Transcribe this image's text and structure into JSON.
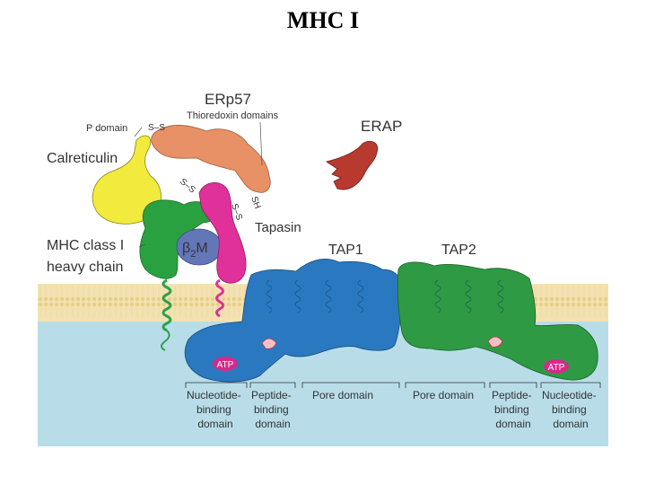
{
  "title": "MHC I",
  "labels": {
    "erp57": "ERp57",
    "p_domain": "P domain",
    "thioredoxin": "Thioredoxin domains",
    "calreticulin": "Calreticulin",
    "erap": "ERAP",
    "tapasin": "Tapasin",
    "mhc_line1": "MHC class I",
    "mhc_line2": "heavy chain",
    "b2m_beta": "β",
    "b2m_sub": "2",
    "b2m_m": "M",
    "tap1": "TAP1",
    "tap2": "TAP2",
    "atp_left": "ATP",
    "atp_right": "ATP",
    "ss1": "S–S",
    "ss2": "S–S",
    "ss3": "S–S",
    "sh": "SH"
  },
  "domains": [
    {
      "lines": [
        "Nucleotide-",
        "binding",
        "domain"
      ]
    },
    {
      "lines": [
        "Peptide-",
        "binding",
        "domain"
      ]
    },
    {
      "lines": [
        "Pore domain"
      ]
    },
    {
      "lines": [
        "Pore domain"
      ]
    },
    {
      "lines": [
        "Peptide-",
        "binding",
        "domain"
      ]
    },
    {
      "lines": [
        "Nucleotide-",
        "binding",
        "domain"
      ]
    }
  ],
  "colors": {
    "cytosol": "#b8dde9",
    "membrane": "#f3e2b1",
    "calreticulin": "#f2ea3c",
    "erp57": "#e89066",
    "mhc_heavy_chain": "#29a140",
    "b2m": "#6376b8",
    "tapasin": "#e0309a",
    "erap": "#b83a2e",
    "tap1": "#2a79c0",
    "tap2": "#2f9a44",
    "atp": "#d62a8b"
  }
}
